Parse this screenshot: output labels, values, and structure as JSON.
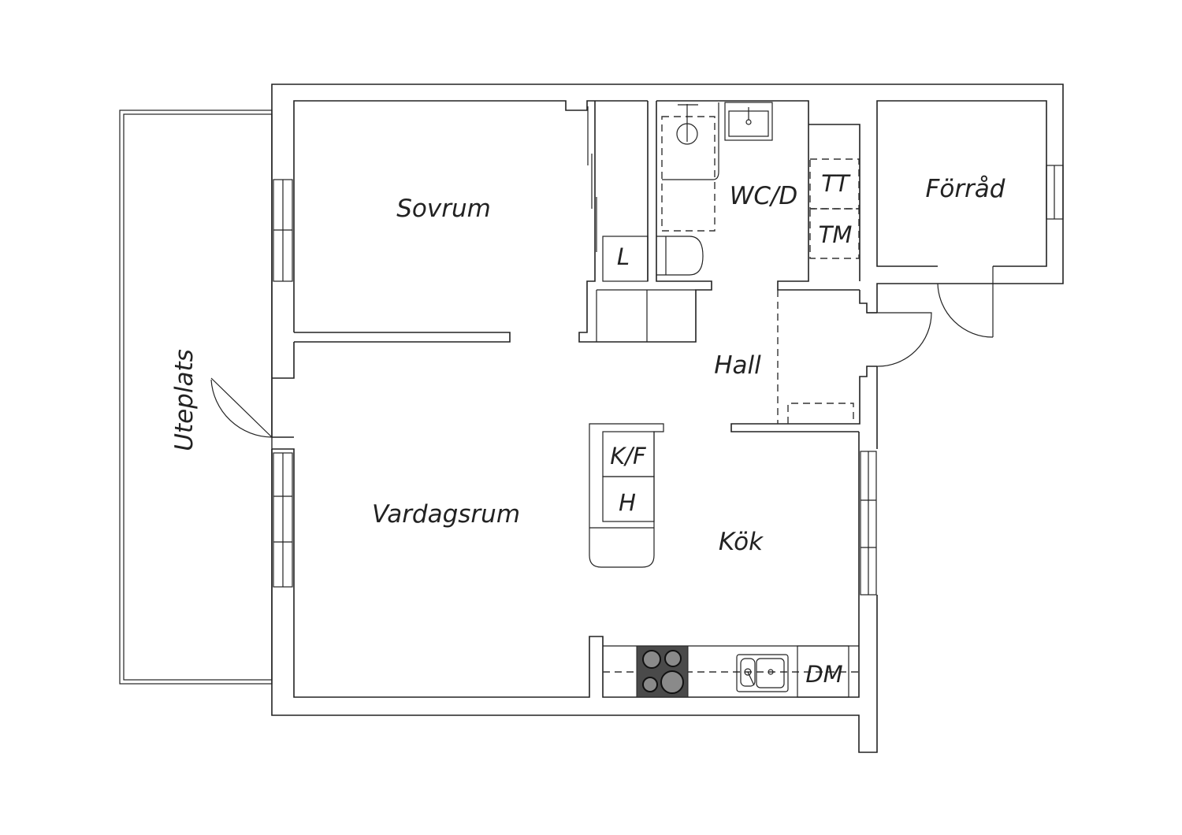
{
  "rooms": {
    "sovrum": "Sovrum",
    "vardagsrum": "Vardagsrum",
    "kok": "Kök",
    "hall": "Hall",
    "wc": "WC/D",
    "forrad": "Förråd",
    "uteplats": "Uteplats"
  },
  "fixtures": {
    "linen": "L",
    "tumble_dryer": "TT",
    "washing_machine": "TM",
    "fridge_freezer": "K/F",
    "cabinet": "H",
    "dishwasher": "DM"
  },
  "colors": {
    "line": "#222222",
    "stove": "#4a4a4a",
    "burner": "#8a8a8a"
  }
}
